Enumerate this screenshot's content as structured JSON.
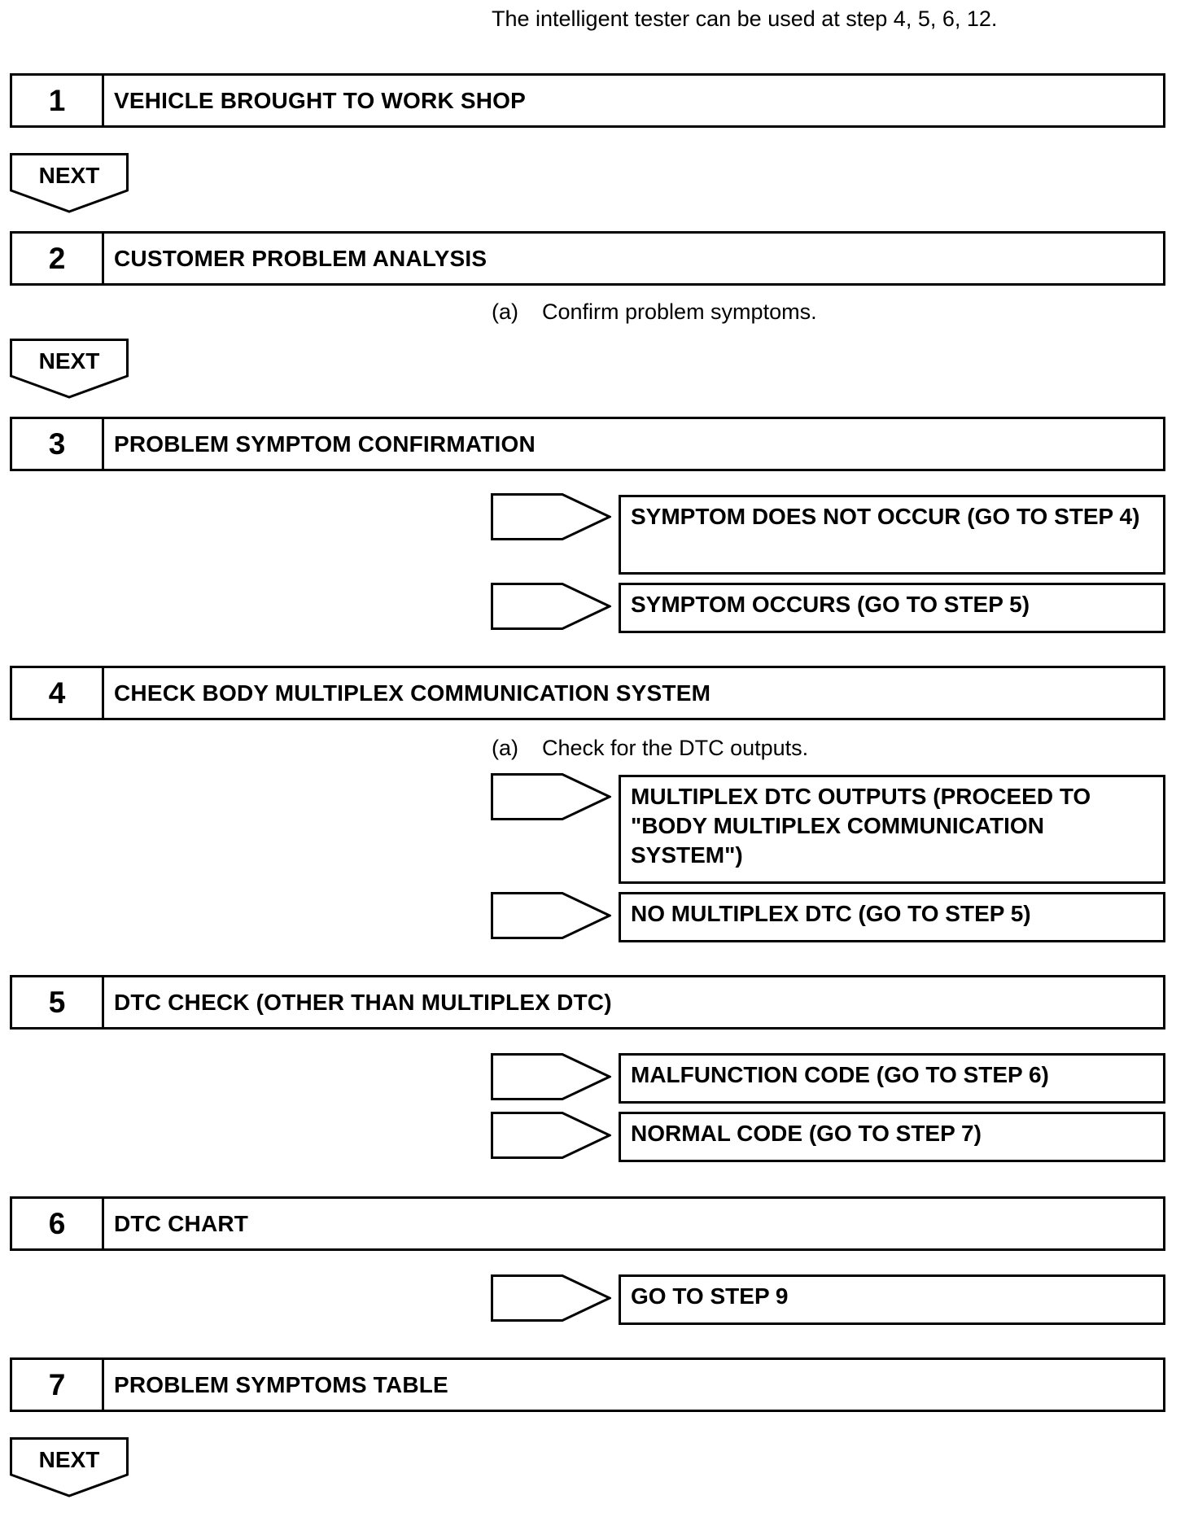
{
  "header_note": "The intelligent tester can be used at step 4, 5, 6, 12.",
  "next_label": "NEXT",
  "steps": [
    {
      "num": "1",
      "title": "VEHICLE BROUGHT TO WORK SHOP"
    },
    {
      "num": "2",
      "title": "CUSTOMER PROBLEM ANALYSIS"
    },
    {
      "num": "3",
      "title": "PROBLEM SYMPTOM CONFIRMATION"
    },
    {
      "num": "4",
      "title": "CHECK BODY MULTIPLEX COMMUNICATION SYSTEM"
    },
    {
      "num": "5",
      "title": "DTC CHECK (OTHER THAN MULTIPLEX DTC)"
    },
    {
      "num": "6",
      "title": "DTC CHART"
    },
    {
      "num": "7",
      "title": "PROBLEM SYMPTOMS TABLE"
    }
  ],
  "notes": {
    "step2": {
      "marker": "(a)",
      "text": "Confirm problem symptoms."
    },
    "step4": {
      "marker": "(a)",
      "text": "Check for the DTC outputs."
    }
  },
  "results": {
    "step3": [
      "SYMPTOM DOES NOT OCCUR (GO TO STEP 4)",
      "SYMPTOM OCCURS (GO TO STEP 5)"
    ],
    "step4": [
      "MULTIPLEX DTC OUTPUTS (PROCEED TO \"BODY MULTIPLEX COMMUNICATION SYSTEM\")",
      "NO MULTIPLEX DTC (GO TO STEP 5)"
    ],
    "step5": [
      "MALFUNCTION CODE (GO TO STEP 6)",
      "NORMAL CODE (GO TO STEP 7)"
    ],
    "step6": [
      "GO TO STEP 9"
    ]
  }
}
